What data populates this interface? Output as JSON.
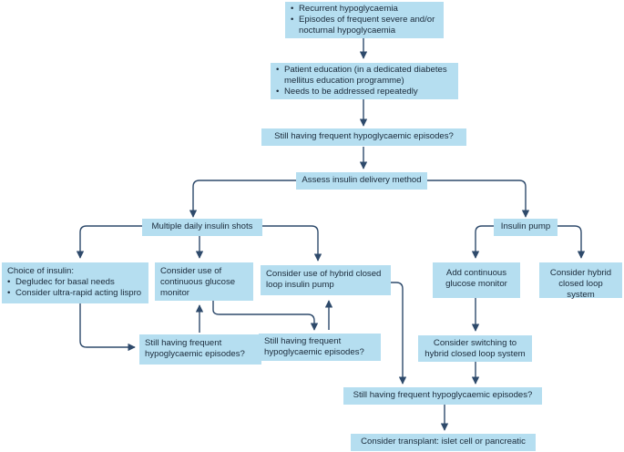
{
  "nodes": {
    "recurrent": {
      "bullets": [
        "Recurrent hypoglycaemia",
        "Episodes of frequent severe and/or nocturnal hypoglycaemia"
      ]
    },
    "education": {
      "bullets": [
        "Patient education (in a dedicated diabetes mellitus education programme)",
        "Needs to be addressed repeatedly"
      ]
    },
    "still_top": "Still having frequent hypoglycaemic episodes?",
    "assess": "Assess insulin delivery method",
    "mdi": "Multiple daily insulin shots",
    "pump": "Insulin pump",
    "choice": {
      "title": "Choice of insulin:",
      "bullets": [
        "Degludec for basal needs",
        "Consider ultra-rapid acting lispro"
      ]
    },
    "cgm": "Consider use of continuous glucose monitor",
    "hybrid_mdi": "Consider use of hybrid closed loop insulin pump",
    "add_cgm": "Add continuous glucose monitor",
    "hybrid_pump": "Consider hybrid closed loop system",
    "still_left": "Still having frequent hypoglycaemic episodes?",
    "still_mid": "Still having frequent hypoglycaemic episodes?",
    "switch": "Consider switching to hybrid closed loop system",
    "still_bottom": "Still having frequent hypoglycaemic episodes?",
    "transplant": "Consider transplant: islet cell or pancreatic"
  },
  "colors": {
    "box_fill": "#b5def0",
    "arrow": "#2e4a6b",
    "text": "#1a2a3a"
  }
}
